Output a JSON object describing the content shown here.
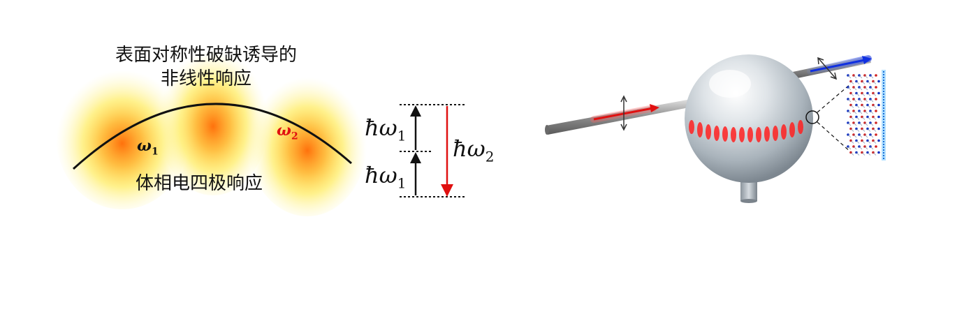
{
  "left_panel": {
    "title_top": "表面对称性破缺诱导的非线性响应",
    "title_top_line1": "表面对称性破缺诱导的",
    "title_top_line2": "非线性响应",
    "title_bottom": "体相电四极响应",
    "omega1_symbol": "ω",
    "omega1_sub": "1",
    "omega2_symbol": "ω",
    "omega2_sub": "2",
    "omega2_color": "#e01010",
    "glow_color": "#ff8c00"
  },
  "energy_diagram": {
    "hbar": "ħω",
    "level1_sub": "1",
    "level2_sub": "1",
    "emitted_sub": "2",
    "up_arrow_color": "#111111",
    "down_arrow_color": "#e01010"
  },
  "right_panel": {
    "input_beam_color": "#e01010",
    "output_beam_color": "#1030e0",
    "sphere_color": "#cfd6dc",
    "lattice_colors": [
      "#1030c0",
      "#d02020"
    ]
  }
}
